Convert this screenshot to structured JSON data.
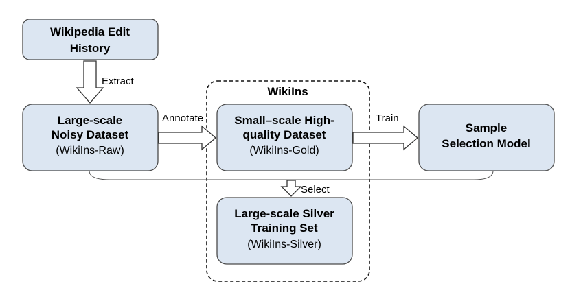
{
  "group": {
    "label": "WikiIns"
  },
  "nodes": {
    "edit_history": {
      "line1": "Wikipedia Edit",
      "line2": "History"
    },
    "noisy": {
      "line1": "Large-scale",
      "line2": "Noisy Dataset",
      "sub": "(WikiIns-Raw)"
    },
    "gold": {
      "line1": "Small–scale High-",
      "line2": "quality Dataset",
      "sub": "(WikiIns-Gold)"
    },
    "model": {
      "line1": "Sample",
      "line2": "Selection Model"
    },
    "silver": {
      "line1": "Large-scale Silver",
      "line2": "Training Set",
      "sub": "(WikiIns-Silver)"
    }
  },
  "edges": {
    "extract": "Extract",
    "annotate": "Annotate",
    "train": "Train",
    "select": "Select"
  },
  "colors": {
    "box_fill": "#dce6f2",
    "box_stroke": "#4a4a4a"
  }
}
